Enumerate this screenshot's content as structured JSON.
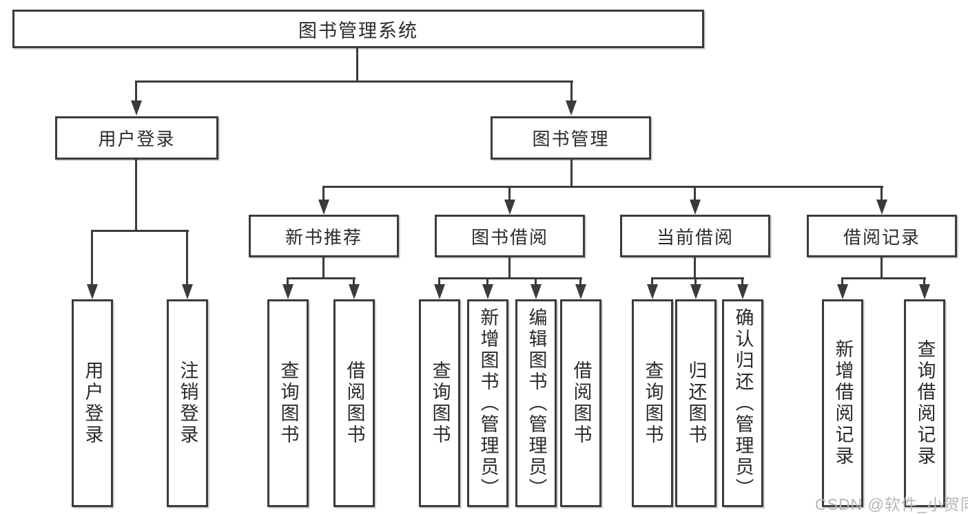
{
  "title": "图书管理系统",
  "tree": {
    "user_login": {
      "label": "用户登录",
      "children": [
        {
          "label": "用户登录"
        },
        {
          "label": "注销登录"
        }
      ]
    },
    "book_mgmt": {
      "label": "图书管理",
      "children": [
        {
          "label": "新书推荐",
          "children": [
            {
              "label": "查询图书"
            },
            {
              "label": "借阅图书"
            }
          ]
        },
        {
          "label": "图书借阅",
          "children": [
            {
              "label": "查询图书"
            },
            {
              "label": "新增图书（管理员）"
            },
            {
              "label": "编辑图书（管理员）"
            },
            {
              "label": "借阅图书"
            }
          ]
        },
        {
          "label": "当前借阅",
          "children": [
            {
              "label": "查询图书"
            },
            {
              "label": "归还图书"
            },
            {
              "label": "确认归还（管理员）"
            }
          ]
        },
        {
          "label": "借阅记录",
          "children": [
            {
              "label": "新增借阅记录"
            },
            {
              "label": "查询借阅记录"
            }
          ]
        }
      ]
    }
  },
  "watermark": "CSDN @软件_小贺同学",
  "colors": {
    "line": "#3b3b3b",
    "text": "#2a2a2a",
    "box_background": "#ffffff",
    "page_background": "#ffffff",
    "watermark": "#b5b5b8"
  }
}
